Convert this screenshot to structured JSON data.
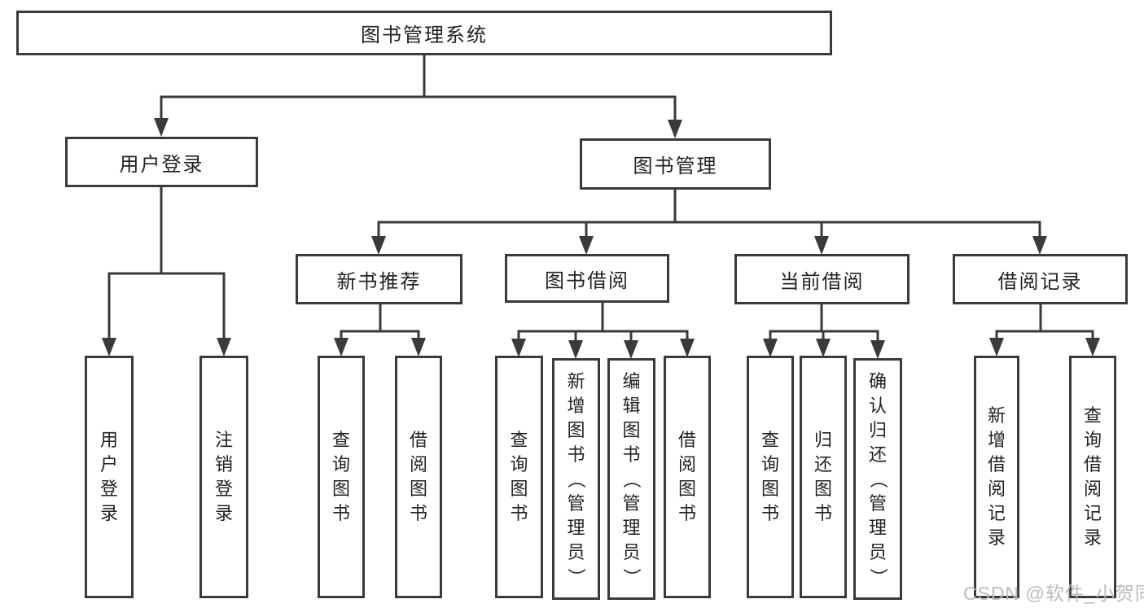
{
  "nodes": {
    "root": "图书管理系统",
    "user_login": "用户登录",
    "book_mgmt": "图书管理",
    "new_books": "新书推荐",
    "book_borrow": "图书借阅",
    "current_borrow": "当前借阅",
    "borrow_records": "借阅记录",
    "leaf_user_login": "用户登录",
    "leaf_logout": "注销登录",
    "leaf_nb_query": "查询图书",
    "leaf_nb_borrow": "借阅图书",
    "leaf_bb_query": "查询图书",
    "leaf_bb_add": "新增图书（管理员）",
    "leaf_bb_edit": "编辑图书（管理员）",
    "leaf_bb_borrow": "借阅图书",
    "leaf_cb_query": "查询图书",
    "leaf_cb_return": "归还图书",
    "leaf_cb_confirm": "确认归还（管理员）",
    "leaf_br_add": "新增借阅记录",
    "leaf_br_query": "查询借阅记录"
  },
  "watermark": "CSDN @软件_小贺同学",
  "colors": {
    "line": "#3a3a3a",
    "text": "#222222",
    "background": "#ffffff",
    "watermark": "#b9bdbd"
  }
}
